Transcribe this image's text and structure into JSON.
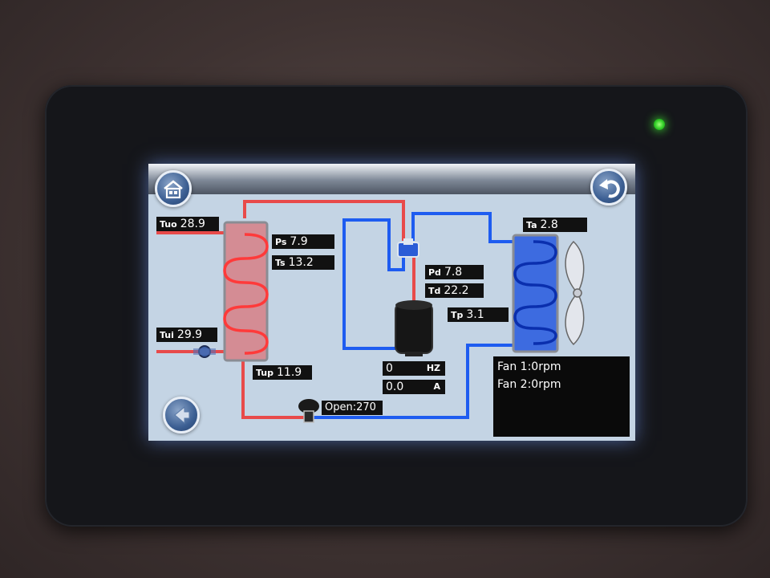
{
  "sensors": {
    "tuo": {
      "label": "Tuo",
      "value": "28.9"
    },
    "tui": {
      "label": "Tui",
      "value": "29.9"
    },
    "tup": {
      "label": "Tup",
      "value": "11.9"
    },
    "ps": {
      "label": "Ps",
      "value": "7.9"
    },
    "ts": {
      "label": "Ts",
      "value": "13.2"
    },
    "pd": {
      "label": "Pd",
      "value": "7.8"
    },
    "td": {
      "label": "Td",
      "value": "22.2"
    },
    "tp": {
      "label": "Tp",
      "value": "3.1"
    },
    "ta": {
      "label": "Ta",
      "value": "2.8"
    }
  },
  "compressor": {
    "freq_value": "0",
    "freq_unit": "HZ",
    "current_value": "0.0",
    "current_unit": "A"
  },
  "valve": {
    "text": "Open:270"
  },
  "fans": {
    "fan1": "Fan 1:0rpm",
    "fan2": "Fan 2:0rpm"
  },
  "icons": {
    "home": "home-icon",
    "back": "back-arrow-icon",
    "prev": "left-arrow-icon",
    "next": "right-arrow-icon"
  },
  "colors": {
    "hot_pipe": "#e84a4a",
    "cold_pipe": "#1e5cf0",
    "screen_bg": "#c4d4e4"
  }
}
